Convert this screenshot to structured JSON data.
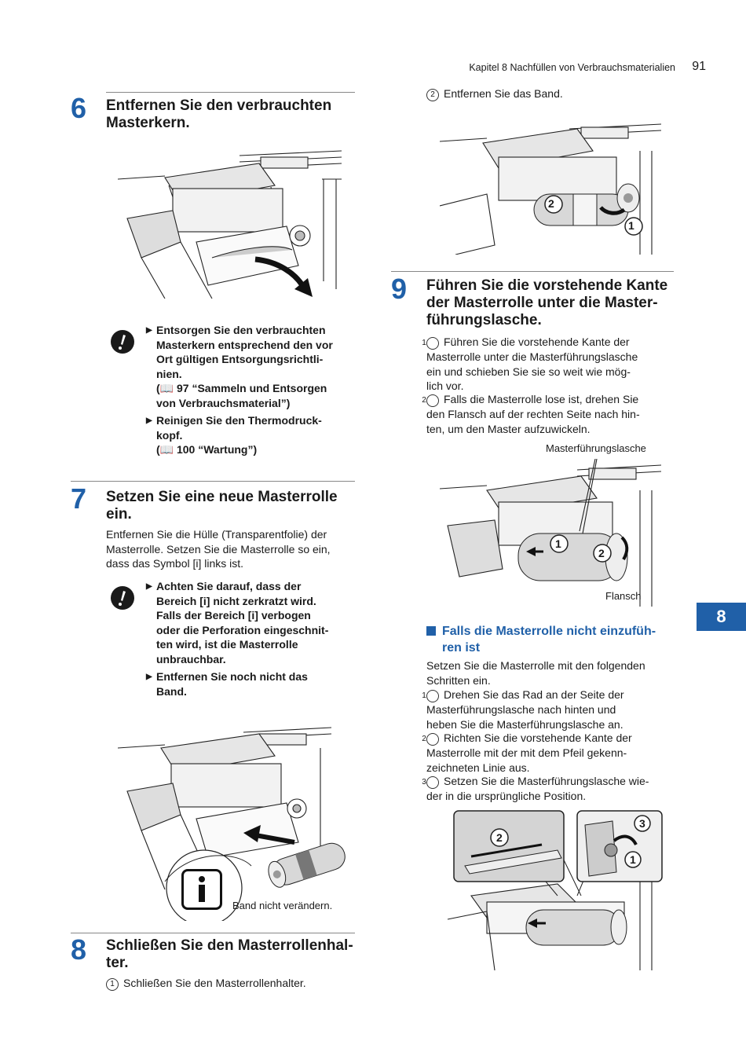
{
  "header": {
    "chapter": "Kapitel 8 Nachfüllen von Verbrauchsmaterialien",
    "page": "91"
  },
  "side_tab": "8",
  "step6": {
    "number": "6",
    "title_line1": "Entfernen Sie den verbrauchten",
    "title_line2": "Masterkern.",
    "bullets": [
      [
        "Entsorgen Sie den verbrauchten",
        "Masterkern entsprechend den vor",
        "Ort gültigen Entsorgungsrichtli-",
        "nien."
      ],
      [
        "Reinigen Sie den Thermodruck-",
        "kopf."
      ]
    ],
    "ref1_lines": [
      "(📖 97 “Sammeln und Entsorgen",
      "von Verbrauchsmaterial”)"
    ],
    "ref2": "(📖 100 “Wartung”)"
  },
  "step7": {
    "number": "7",
    "title_line1": "Setzen Sie eine neue Masterrolle",
    "title_line2": "ein.",
    "text_lines": [
      "Entfernen Sie die Hülle (Transparentfolie) der",
      "Masterrolle. Setzen Sie die Masterrolle so ein,",
      "dass das Symbol [i] links ist."
    ],
    "bullet1_lines": [
      "Achten Sie darauf, dass der",
      "Bereich [i] nicht zerkratzt wird.",
      "Falls der Bereich [i] verbogen",
      "oder die Perforation eingeschnit-",
      "ten wird, ist die Masterrolle",
      "unbrauchbar."
    ],
    "bullet2_lines": [
      "Entfernen Sie noch nicht das",
      "Band."
    ],
    "band_label": "Band nicht verändern."
  },
  "step8": {
    "number": "8",
    "title_line1": "Schließen Sie den Masterrollenhal-",
    "title_line2": "ter.",
    "item_num": "1",
    "item": "Schließen Sie den Masterrollenhalter."
  },
  "right_top": {
    "item_num": "2",
    "item": "Entfernen Sie das Band."
  },
  "step9": {
    "number": "9",
    "title_line1": "Führen Sie die vorstehende Kante",
    "title_line2": "der Masterrolle unter die Master-",
    "title_line3": "führungslasche.",
    "item1_num": "1",
    "item1_lines": [
      "Führen Sie die vorstehende Kante der",
      "Masterrolle unter die Masterführungslasche",
      "ein und schieben Sie sie so weit wie mög-",
      "lich vor."
    ],
    "item2_num": "2",
    "item2_lines": [
      "Falls die Masterrolle lose ist, drehen Sie",
      "den Flansch auf der rechten Seite nach hin-",
      "ten, um den Master aufzuwickeln."
    ],
    "label_guide": "Masterführungslasche",
    "label_flange": "Flansch"
  },
  "fallback": {
    "heading_line1": "Falls die Masterrolle nicht einzufüh-",
    "heading_line2": "ren ist",
    "intro_lines": [
      "Setzen Sie die Masterrolle mit den folgenden",
      "Schritten ein."
    ],
    "items": [
      {
        "num": "1",
        "lines": [
          "Drehen Sie das Rad an der Seite der",
          "Masterführungslasche nach hinten und",
          "heben Sie die Masterführungslasche an."
        ]
      },
      {
        "num": "2",
        "lines": [
          "Richten Sie die vorstehende Kante der",
          "Masterrolle mit der mit dem Pfeil gekenn-",
          "zeichneten Linie aus."
        ]
      },
      {
        "num": "3",
        "lines": [
          "Setzen Sie die Masterführungslasche wie-",
          "der in die ursprüngliche Position."
        ]
      }
    ]
  },
  "callouts": {
    "n1": "1",
    "n2": "2",
    "n3": "3"
  }
}
